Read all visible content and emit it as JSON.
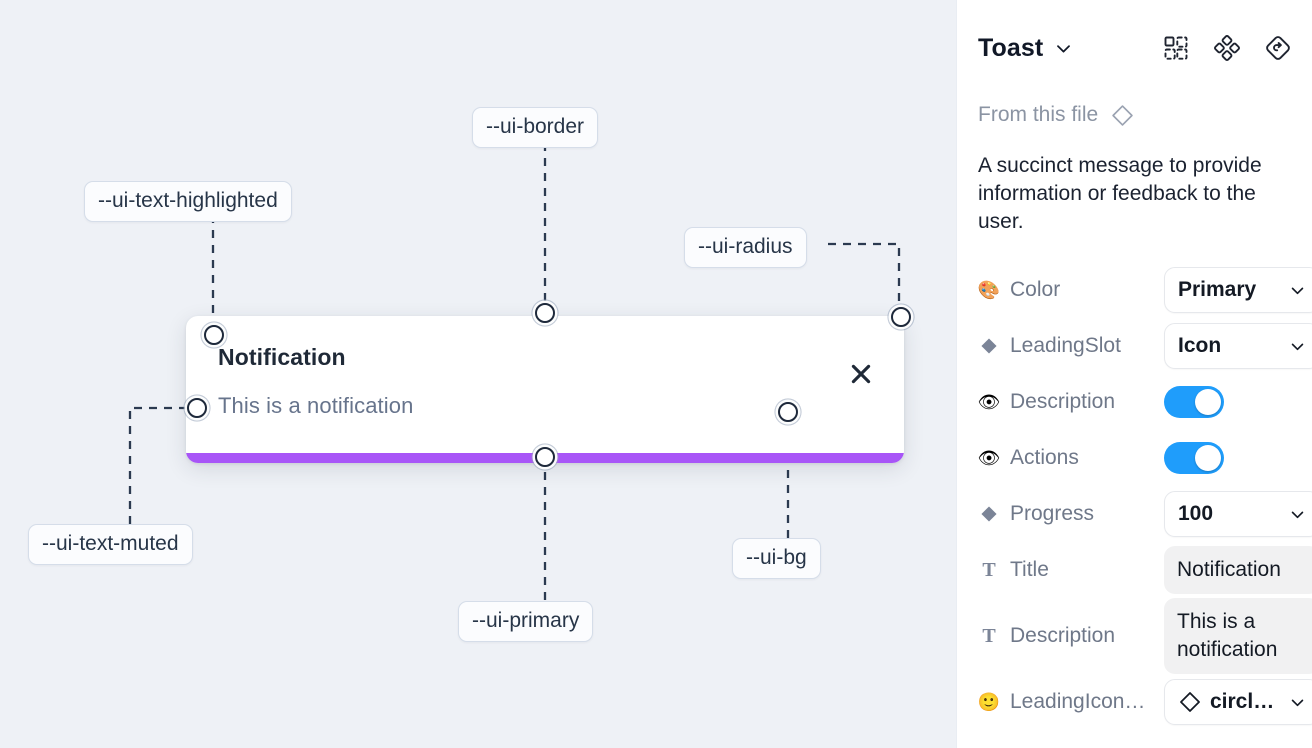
{
  "canvas": {
    "background_color": "#eef1f6",
    "annotations": [
      {
        "name": "ui-text-highlighted",
        "label": "--ui-text-highlighted"
      },
      {
        "name": "ui-border",
        "label": "--ui-border"
      },
      {
        "name": "ui-radius",
        "label": "--ui-radius"
      },
      {
        "name": "ui-text-muted",
        "label": "--ui-text-muted"
      },
      {
        "name": "ui-primary",
        "label": "--ui-primary"
      },
      {
        "name": "ui-bg",
        "label": "--ui-bg"
      }
    ],
    "toast": {
      "title": "Notification",
      "description": "This is a notification",
      "close_icon": "close-icon",
      "progress_color": "#a855f7",
      "background_color": "#ffffff"
    }
  },
  "panel": {
    "title": "Toast",
    "title_caret_icon": "chevron-down-icon",
    "header_icons": [
      {
        "name": "variants-grid-icon"
      },
      {
        "name": "component-dots-icon"
      },
      {
        "name": "reset-instance-icon"
      }
    ],
    "from_file": {
      "label": "From this file",
      "icon": "diamond-icon"
    },
    "summary": "A succinct message to provide information or feedback to the user.",
    "properties": [
      {
        "name": "color",
        "icon": "palette-emoji",
        "icon_glyph": "🎨",
        "label": "Color",
        "control": "select",
        "value": "Primary"
      },
      {
        "name": "leading-slot",
        "icon": "diamond-filled-icon",
        "icon_glyph": "◆",
        "label": "LeadingSlot",
        "control": "select",
        "value": "Icon"
      },
      {
        "name": "description",
        "icon": "eye-emoji",
        "icon_glyph": "👁",
        "label": "Description",
        "control": "toggle",
        "value": "on"
      },
      {
        "name": "actions",
        "icon": "eye-emoji",
        "icon_glyph": "👁",
        "label": "Actions",
        "control": "toggle",
        "value": "on"
      },
      {
        "name": "progress",
        "icon": "diamond-filled-icon",
        "icon_glyph": "◆",
        "label": "Progress",
        "control": "select",
        "value": "100"
      },
      {
        "name": "title",
        "icon": "text-t-icon",
        "icon_glyph": "T",
        "label": "Title",
        "control": "text",
        "value": "Notification"
      },
      {
        "name": "description-text",
        "icon": "text-t-icon",
        "icon_glyph": "T",
        "label": "Description",
        "control": "text",
        "value": "This is a notification"
      },
      {
        "name": "leading-icon",
        "icon": "smiley-emoji",
        "icon_glyph": "🙂",
        "label": "LeadingIcon…",
        "control": "icon-select",
        "value": "circle…"
      }
    ],
    "toggle_on_color": "#1f9dfb"
  }
}
